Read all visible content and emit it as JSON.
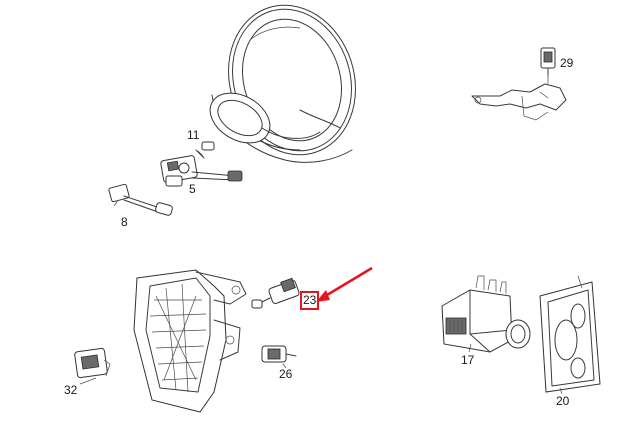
{
  "accent_color": "#e3161b",
  "callouts": {
    "c11": "11",
    "c5": "5",
    "c8": "8",
    "c29": "29",
    "c23": "23",
    "c26": "26",
    "c32": "32",
    "c17": "17",
    "c20": "20"
  },
  "highlighted_callout": "23"
}
